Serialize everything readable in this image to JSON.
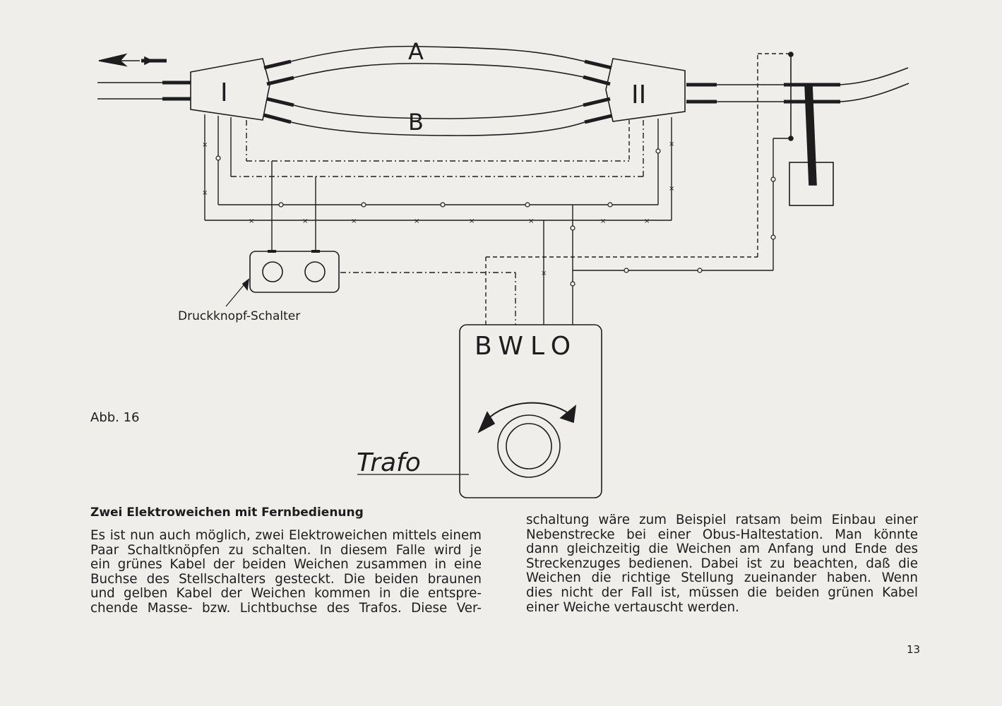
{
  "figure": {
    "label": "Abb. 16",
    "track_a_label": "A",
    "track_b_label": "B",
    "turnout_1_label": "I",
    "turnout_2_label": "II",
    "switch_label": "Druckknopf-Schalter",
    "transformer_label": "Trafo",
    "transformer_sockets": "BWLO"
  },
  "article": {
    "heading": "Zwei Elektroweichen mit Fernbedienung",
    "left_column_lines": [
      "Es ist nun auch möglich, zwei Elektroweichen mittels einem",
      "Paar Schaltknöpfen zu schalten. In diesem Falle wird je",
      "ein grünes Kabel der beiden Weichen zusammen in eine",
      "Buchse des Stellschalters gesteckt. Die beiden braunen",
      "und gelben Kabel der Weichen kommen in die entspre-",
      "chende Masse- bzw. Lichtbuchse des Trafos. Diese Ver-"
    ],
    "right_column_lines": [
      "schaltung wäre zum Beispiel ratsam beim Einbau einer",
      "Nebenstrecke bei einer Obus-Haltestation. Man könnte",
      "dann gleichzeitig die Weichen am Anfang und Ende des",
      "Streckenzuges bedienen. Dabei ist zu beachten, daß die",
      "Weichen die richtige Stellung zueinander haben. Wenn",
      "dies nicht der Fall ist, müssen die beiden grünen Kabel",
      "einer Weiche vertauscht werden."
    ]
  },
  "page_number": "13"
}
